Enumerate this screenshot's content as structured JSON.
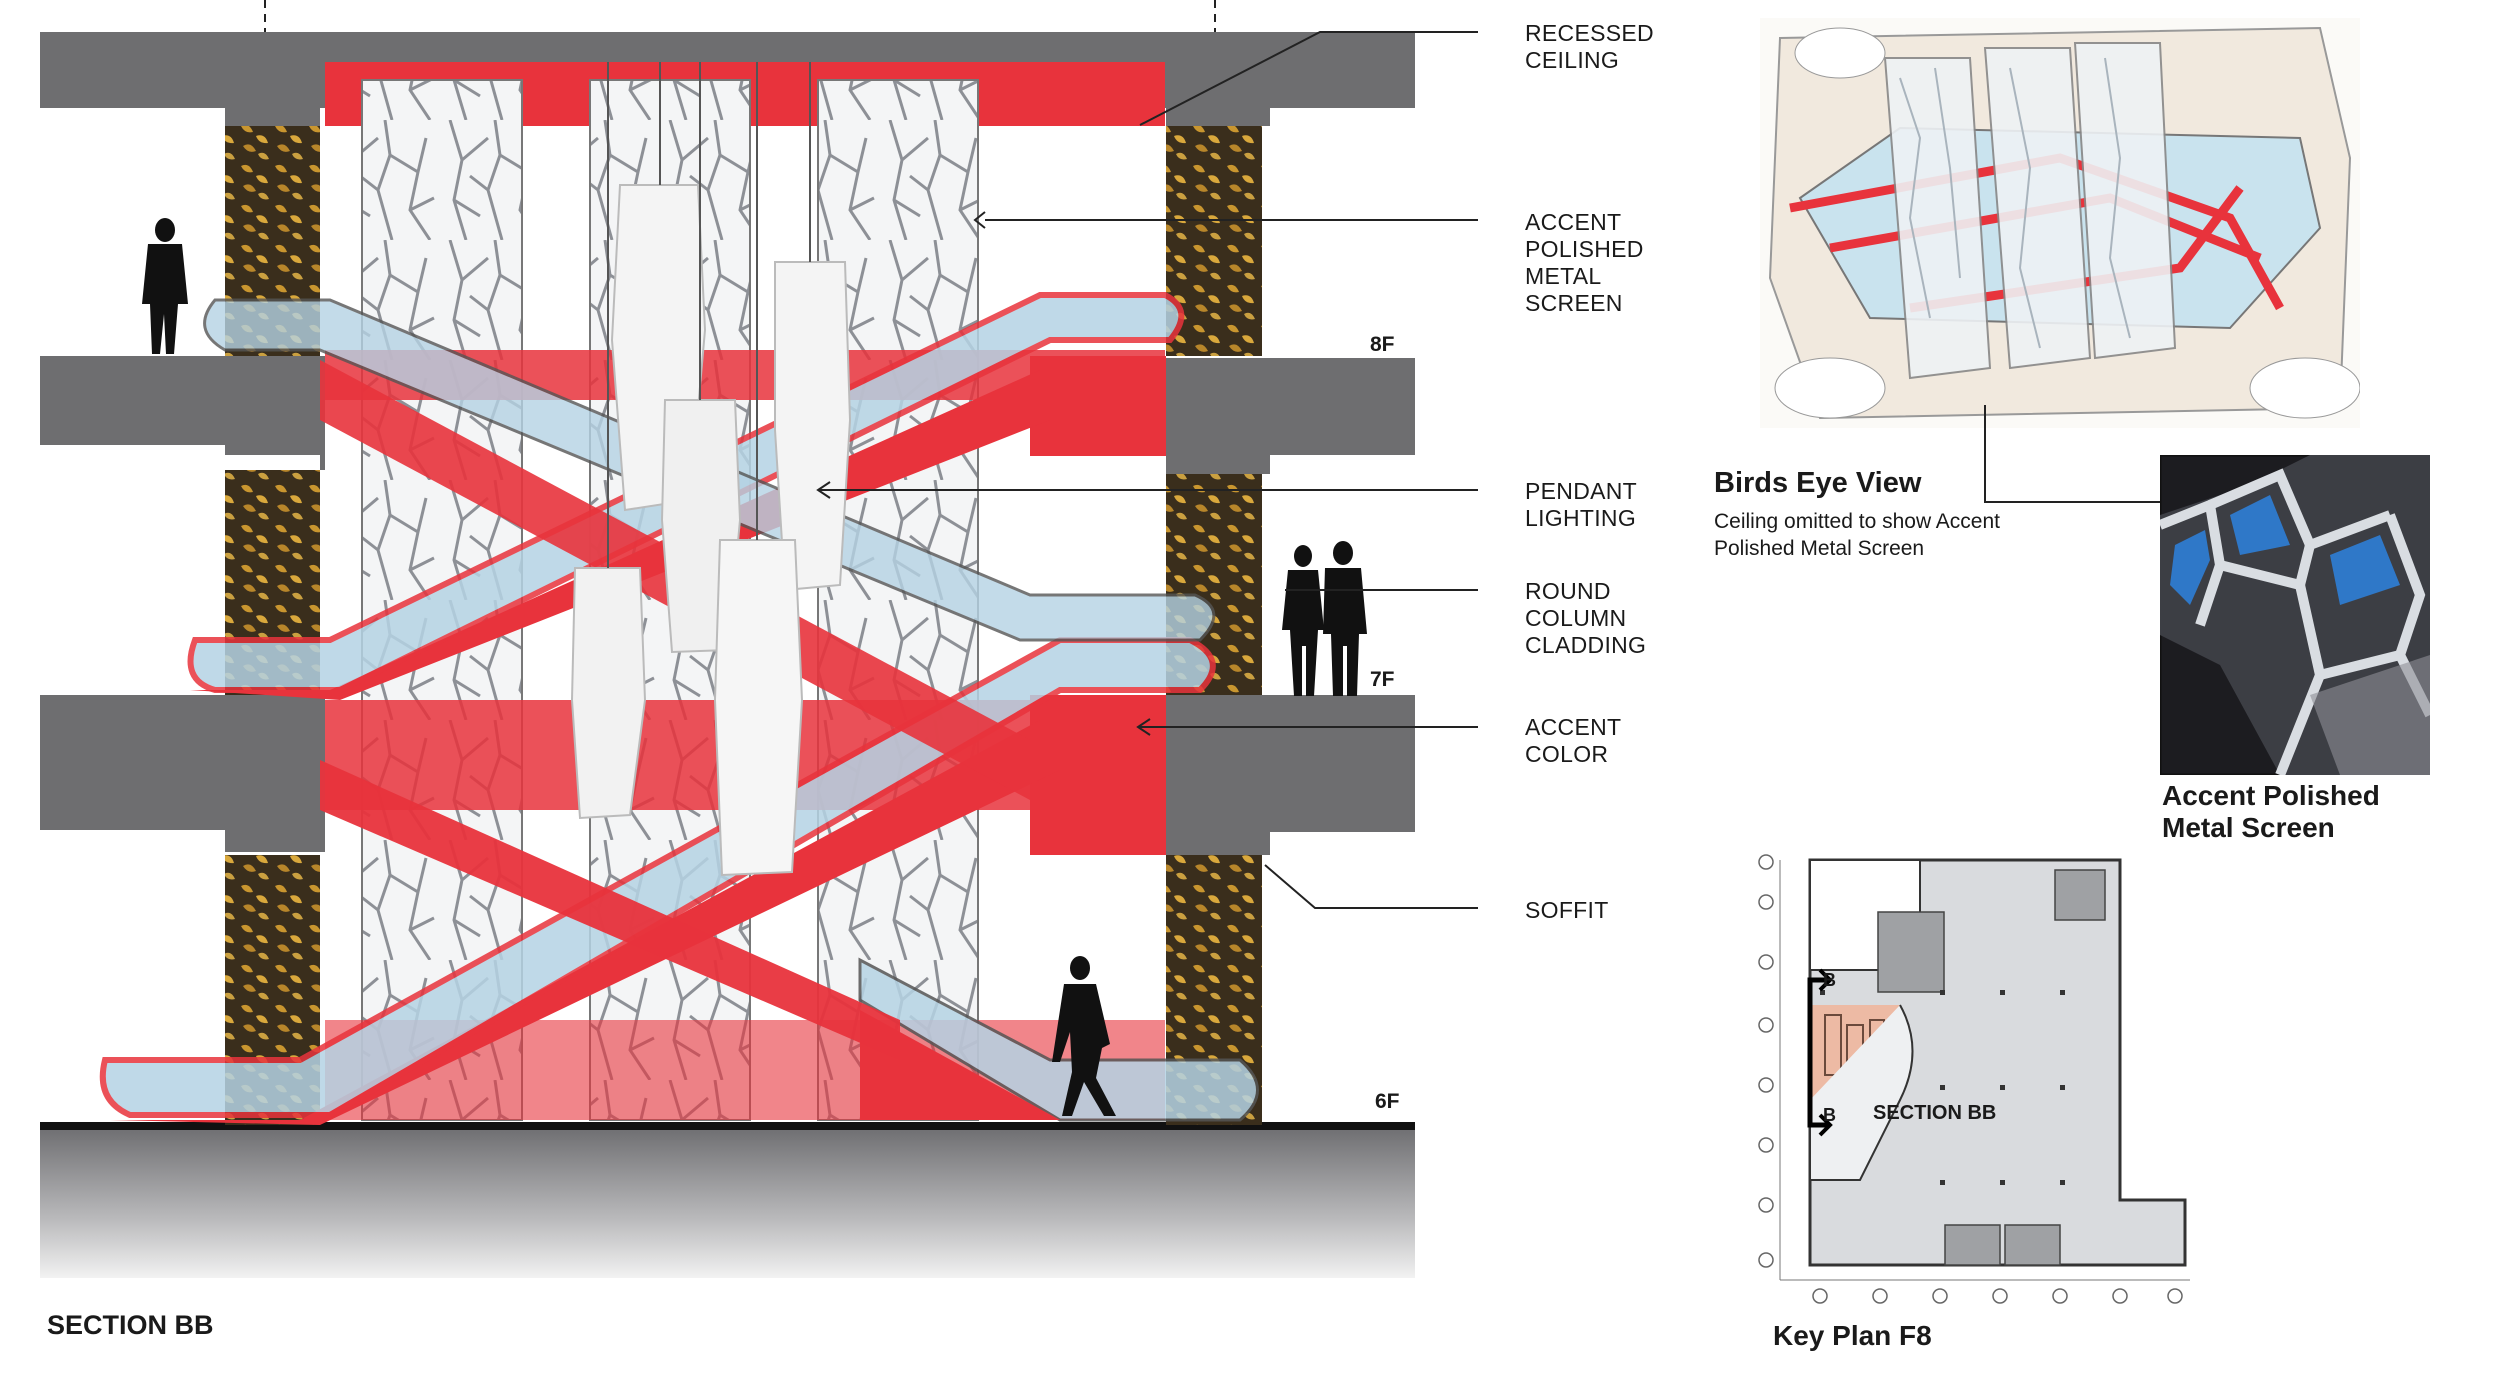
{
  "section": {
    "title": "SECTION BB",
    "floors": {
      "f8": "8F",
      "f7": "7F",
      "f6": "6F"
    },
    "callouts": {
      "recessed_ceiling": "RECESSED\nCEILING",
      "metal_screen": "ACCENT\nPOLISHED\nMETAL\nSCREEN",
      "pendant_lighting": "PENDANT\nLIGHTING",
      "column_cladding": "ROUND\nCOLUMN\nCLADDING",
      "accent_color": "ACCENT\nCOLOR",
      "soffit": "SOFFIT"
    }
  },
  "birds_eye": {
    "title": "Birds Eye View",
    "caption": "Ceiling omitted to show Accent\nPolished Metal Screen"
  },
  "detail": {
    "title": "Accent Polished\nMetal Screen"
  },
  "key_plan": {
    "title": "Key Plan F8",
    "section_label": "SECTION BB",
    "marker": "B"
  },
  "colors": {
    "accent_red": "#e8333c",
    "slab_gray": "#6e6e70",
    "glass_blue": "#b5d3e4"
  }
}
